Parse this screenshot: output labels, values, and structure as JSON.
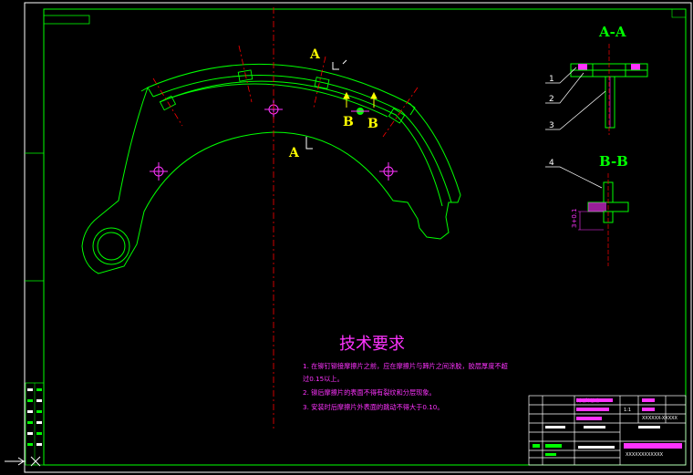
{
  "section_labels": {
    "a_a_title": "A-A",
    "b_b_title": "B-B",
    "a_top": "A",
    "a_bottom": "A",
    "b_left": "B",
    "b_right": "B"
  },
  "part_numbers": [
    "1",
    "2",
    "3",
    "4"
  ],
  "dimension_text": "3+0.1",
  "technical_requirements": {
    "title": "技术要求",
    "lines": [
      "1. 在铆钉铆接摩擦片之前，应在摩擦片与蹄片之间涂胶，胶层厚度不超",
      "过0.15以上。",
      "2. 铆后摩擦片的表面不得有裂纹和分层现象。",
      "3. 安装时后摩擦片外表面的跳动不得大于0.10。"
    ]
  },
  "title_block": {
    "name": "制动蹄总成",
    "scale": "1:1",
    "drawing_no": "XXXXXX-XXXXX",
    "org": "XXXXXXXXXXXX"
  },
  "colors": {
    "outline": "#00ff00",
    "center_line": "#ff0000",
    "labels": "#ffff00",
    "text": "#ff33ff",
    "frame": "#ffffff"
  }
}
